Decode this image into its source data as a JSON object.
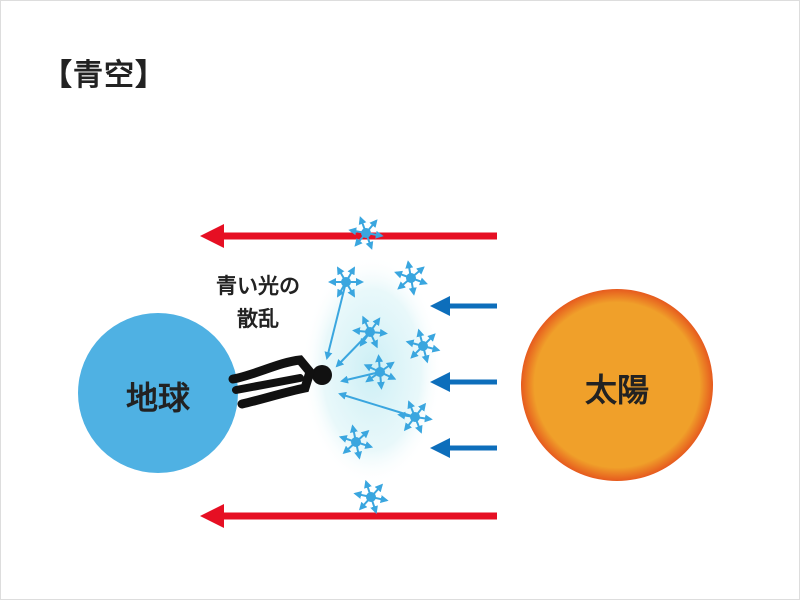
{
  "title": "【青空】",
  "earth_label": "地球",
  "sun_label": "太陽",
  "scatter_label_line1": "青い光の",
  "scatter_label_line2": "散乱",
  "colors": {
    "earth": "#4fb1e3",
    "sun": "#f0a02a",
    "sun_rim": "#e65a1e",
    "red_light": "#e60f23",
    "blue_light": "#0d6ebb",
    "scatter": "#3aa6df"
  }
}
